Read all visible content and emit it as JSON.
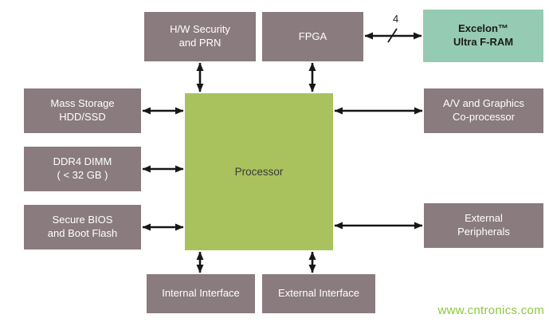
{
  "blocks": {
    "hw_security": "H/W Security\nand PRN",
    "fpga": "FPGA",
    "excelon": "Excelon™\nUltra F-RAM",
    "mass_storage": "Mass Storage\nHDD/SSD",
    "ddr4": "DDR4 DIMM\n( < 32 GB )",
    "secure_bios": "Secure BIOS\nand Boot Flash",
    "processor": "Processor",
    "av_graphics": "A/V and Graphics\nCo-processor",
    "external_peripherals": "External\nPeripherals",
    "internal_interface": "Internal Interface",
    "external_interface": "External Interface"
  },
  "annotations": {
    "bus_width": "4",
    "watermark": "www.cntronics.com"
  },
  "colors": {
    "block_gray": "#8a7b7e",
    "processor_green": "#a9c25e",
    "fram_teal": "#95cbb2",
    "arrow_black": "#171717",
    "watermark_green": "#8dc63f"
  }
}
